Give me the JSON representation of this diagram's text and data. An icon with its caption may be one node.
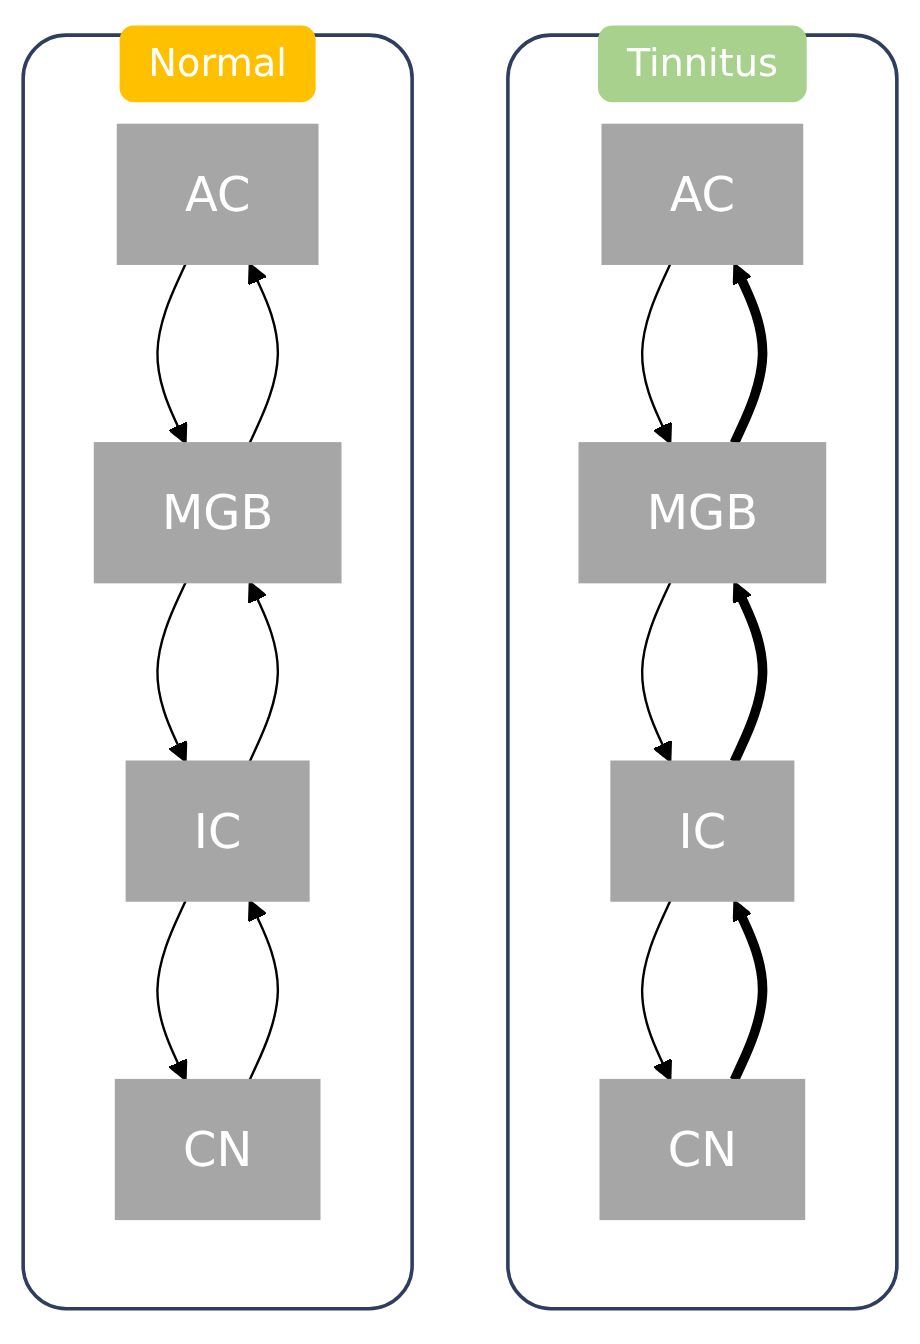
{
  "diagram": {
    "nodes": [
      {
        "text": [
          "Normal"
        ]
      },
      {
        "text": [
          "AC"
        ],
        "in": 0
      },
      {
        "text": [
          "MGB"
        ],
        "in": 0
      },
      {
        "text": [
          "IC"
        ],
        "in": 0
      },
      {
        "text": [
          "CN"
        ],
        "in": 0
      },
      {
        "text": [
          "Tinnitus"
        ]
      },
      {
        "text": [
          "AC"
        ],
        "in": 5
      },
      {
        "text": [
          "MGB"
        ],
        "in": 5
      },
      {
        "text": [
          "IC"
        ],
        "in": 5
      },
      {
        "text": [
          "CN"
        ],
        "in": 5
      }
    ],
    "edges": [
      {
        "from": 1,
        "to": 2,
        "arrow": "to"
      },
      {
        "from": 2,
        "to": 3,
        "arrow": "to"
      },
      {
        "from": 3,
        "to": 4,
        "arrow": "to"
      },
      {
        "from": 4,
        "to": 3,
        "arrow": "to"
      },
      {
        "from": 3,
        "to": 2,
        "arrow": "to"
      },
      {
        "from": 2,
        "to": 1,
        "arrow": "to"
      },
      {
        "from": 6,
        "to": 7,
        "arrow": "to"
      },
      {
        "from": 7,
        "to": 8,
        "arrow": "to"
      },
      {
        "from": 8,
        "to": 9,
        "arrow": "to"
      },
      {
        "from": 9,
        "to": 8,
        "arrow": "to",
        "style": "thick"
      },
      {
        "from": 8,
        "to": 7,
        "arrow": "to",
        "style": "thick"
      },
      {
        "from": 7,
        "to": 6,
        "arrow": "to",
        "style": "thick"
      }
    ]
  }
}
